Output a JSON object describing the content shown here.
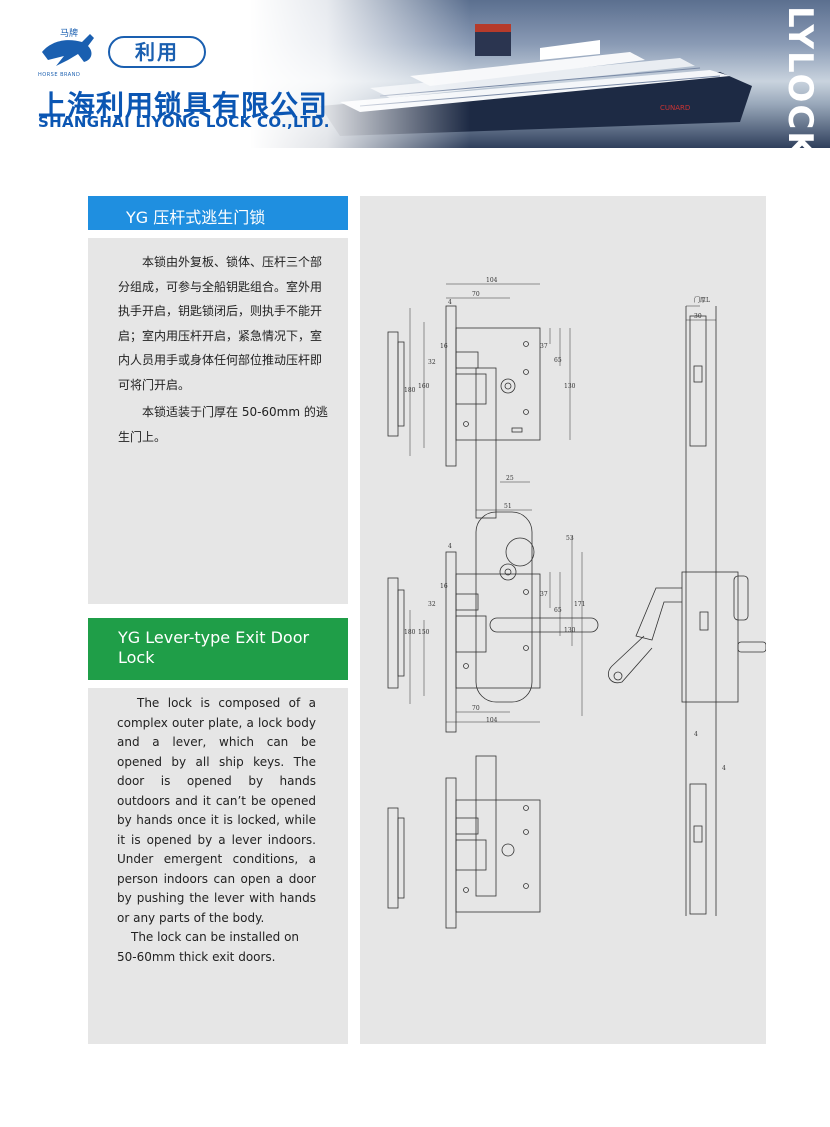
{
  "header": {
    "brand_mark_cn": "马牌",
    "brand_mark_en": "HORSE BRAND",
    "logo_text": "利用",
    "company_cn": "上海利用锁具有限公司",
    "company_en": "SHANGHAI LIYONG LOCK CO.,LTD.",
    "side_brand": "LYLOCK",
    "ship_label": "CUNARD"
  },
  "product": {
    "title_cn": "YG 压杆式逃生门锁",
    "desc_cn": [
      "本锁由外复板、锁体、压杆三个部分组成，可参与全船钥匙组合。室外用执手开启，钥匙锁闭后，则执手不能开启；室内用压杆开启，紧急情况下，室内人员用手或身体任何部位推动压杆即可将门开启。",
      "本锁适装于门厚在 50-60mm 的逃生门上。"
    ],
    "title_en": "YG Lever-type Exit Door Lock",
    "desc_en": [
      "The lock is composed of a complex outer plate, a lock body and a lever, which can be opened by all ship keys. The door is opened by hands outdoors and it can’t be opened by hands once it is locked, while it is opened by a lever indoors. Under emergent conditions, a person indoors can open a door by pushing the lever with hands or any parts of the body.",
      "The lock can be installed on 50-60mm thick exit doors."
    ]
  },
  "drawing": {
    "dims": {
      "d104_top": "104",
      "d70_top": "70",
      "d4_top": "4",
      "d180_top": "180",
      "d160_top": "160",
      "d16_top": "16",
      "d32_top": "32",
      "d37_top": "37",
      "d65_top": "65",
      "d130_top": "130",
      "d25": "25",
      "d51": "51",
      "d53": "53",
      "d4_mid": "4",
      "d16_mid": "16",
      "d32_mid": "32",
      "d37_mid": "37",
      "d65_mid": "65",
      "d171": "171",
      "d180_mid": "180",
      "d150_mid": "150",
      "d130_mid": "130",
      "d70_bot": "70",
      "d104_bot": "104",
      "door_thickness": "门厚L",
      "d30_side": "30",
      "d4_side_a": "4",
      "d4_side_b": "4"
    }
  }
}
